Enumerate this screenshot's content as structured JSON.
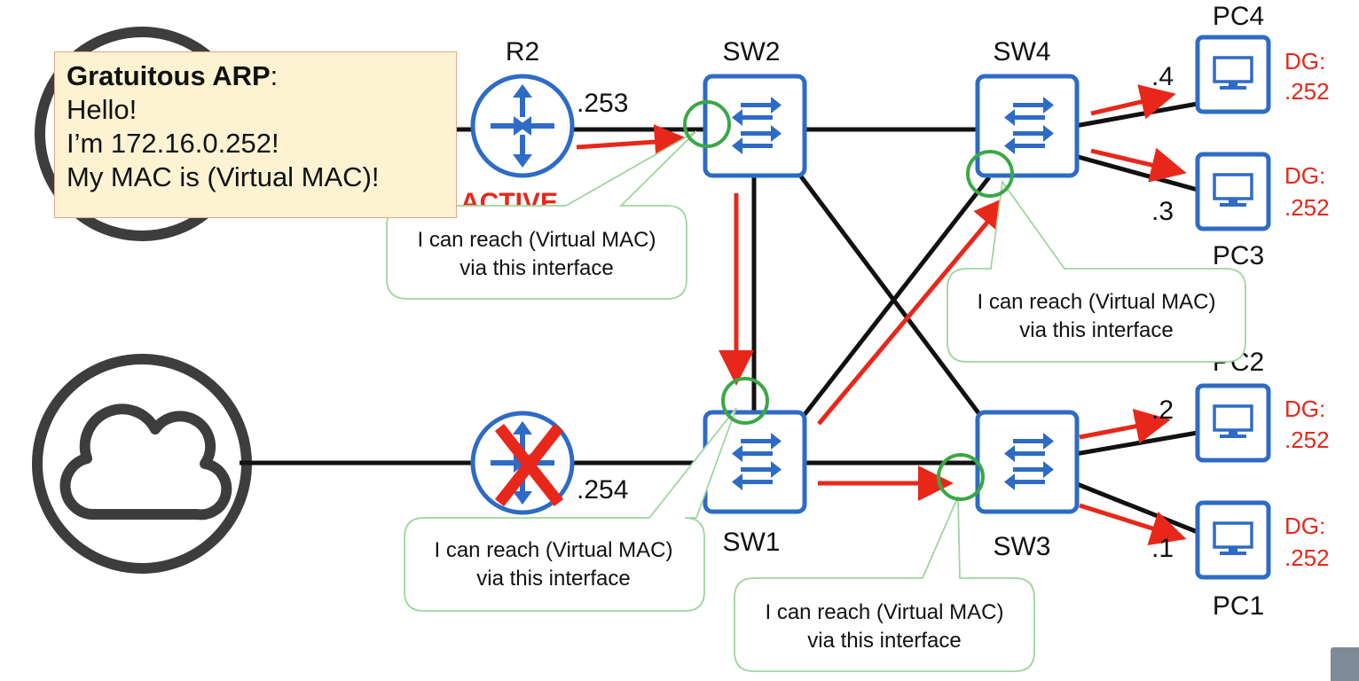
{
  "gratuitous_arp": {
    "title": "Gratuitous ARP",
    "colon": ":",
    "line1": "Hello!",
    "line2": "I’m 172.16.0.252!",
    "line3": "My MAC is (Virtual MAC)!"
  },
  "devices": {
    "r2": {
      "label": "R2",
      "ip": ".253",
      "status": "ACTIVE"
    },
    "r1": {
      "ip": ".254"
    },
    "sw1": {
      "label": "SW1"
    },
    "sw2": {
      "label": "SW2"
    },
    "sw3": {
      "label": "SW3"
    },
    "sw4": {
      "label": "SW4"
    },
    "pc1": {
      "label": "PC1",
      "ip": ".1",
      "dg_label": "DG:",
      "dg_value": ".252"
    },
    "pc2": {
      "label": "PC2",
      "ip": ".2",
      "dg_label": "DG:",
      "dg_value": ".252"
    },
    "pc3": {
      "label": "PC3",
      "ip": ".3",
      "dg_label": "DG:",
      "dg_value": ".252"
    },
    "pc4": {
      "label": "PC4",
      "ip": ".4",
      "dg_label": "DG:",
      "dg_value": ".252"
    }
  },
  "callouts": [
    {
      "line1": "I can reach (Virtual MAC)",
      "line2": "via this interface"
    },
    {
      "line1": "I can reach (Virtual MAC)",
      "line2": "via this interface"
    },
    {
      "line1": "I can reach (Virtual MAC)",
      "line2": "via this interface"
    },
    {
      "line1": "I can reach (Virtual MAC)",
      "line2": "via this interface"
    }
  ],
  "colors": {
    "device_blue": "#2e6bc6",
    "frame_red": "#e8271a",
    "highlight_green": "#3aa845",
    "link_black": "#111111",
    "internet_gray": "#3d3d3d"
  },
  "icons": [
    "internet-cloud-icon",
    "router-icon",
    "switch-icon",
    "pc-icon",
    "failed-x-icon"
  ]
}
